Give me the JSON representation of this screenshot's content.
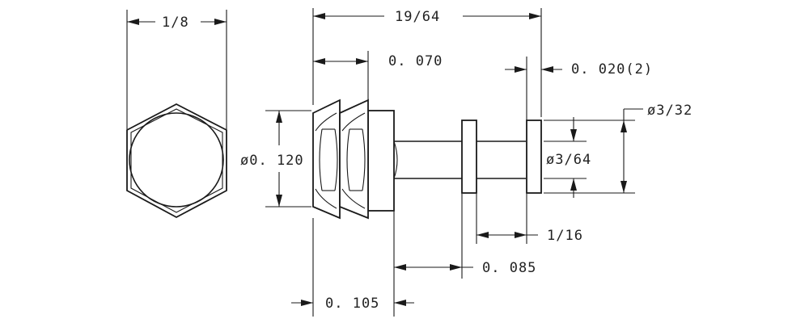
{
  "dimensions": {
    "hex_across_flats": "1/8",
    "overall_length": "19/64",
    "nut_length": "0. 070",
    "washer_thickness": "0. 020(2)",
    "head_diameter": "ø0. 120",
    "shaft_diameter": "ø3/64",
    "washer_diameter": "ø3/32",
    "washer_spacing": "1/16",
    "shaft_gap": "0. 085",
    "body_length": "0. 105"
  },
  "colors": {
    "line": "#1a1a1a",
    "text": "#222222",
    "background": "#ffffff"
  }
}
